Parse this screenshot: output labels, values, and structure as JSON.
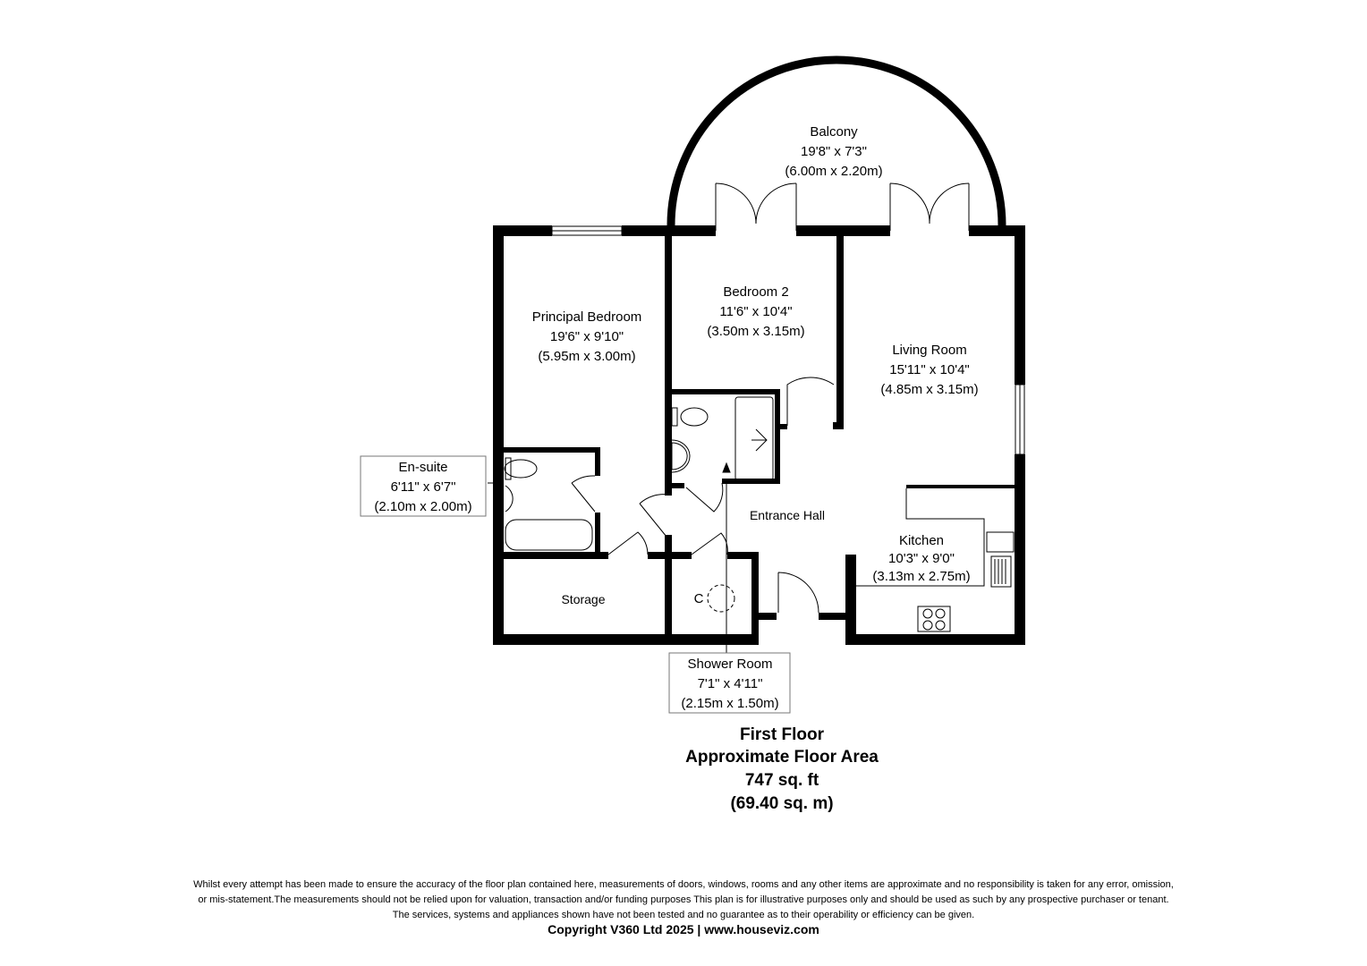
{
  "rooms": {
    "balcony": {
      "name": "Balcony",
      "imperial": "19'8\" x 7'3\"",
      "metric": "(6.00m x 2.20m)"
    },
    "principal_bedroom": {
      "name": "Principal Bedroom",
      "imperial": "19'6\" x 9'10\"",
      "metric": "(5.95m x 3.00m)"
    },
    "bedroom_2": {
      "name": "Bedroom 2",
      "imperial": "11'6\" x 10'4\"",
      "metric": "(3.50m x 3.15m)"
    },
    "living_room": {
      "name": "Living Room",
      "imperial": "15'11\" x 10'4\"",
      "metric": "(4.85m x 3.15m)"
    },
    "en_suite": {
      "name": "En-suite",
      "imperial": "6'11\" x 6'7\"",
      "metric": "(2.10m x 2.00m)"
    },
    "entrance_hall": {
      "name": "Entrance Hall"
    },
    "kitchen": {
      "name": "Kitchen",
      "imperial": "10'3\" x 9'0\"",
      "metric": "(3.13m x 2.75m)"
    },
    "storage": {
      "name": "Storage"
    },
    "cupboard": {
      "name": "C"
    },
    "shower_room": {
      "name": "Shower Room",
      "imperial": "7'1\" x 4'11\"",
      "metric": "(2.15m x 1.50m)"
    }
  },
  "summary": {
    "floor": "First Floor",
    "area_label": "Approximate Floor Area",
    "area_sqft": "747 sq. ft",
    "area_sqm": "(69.40 sq. m)"
  },
  "footer": {
    "disclaimer_1": "Whilst every attempt has been made to ensure the accuracy of the floor plan contained here, measurements of doors, windows, rooms and any other items are approximate and no responsibility is taken for any error, omission,",
    "disclaimer_2": "or mis-statement.The measurements should not be relied upon for valuation, transaction and/or funding purposes This plan is for illustrative purposes only and should be used as such by any prospective purchaser or tenant.",
    "disclaimer_3": "The services, systems and appliances shown have not been tested and no guarantee as to their operability or efficiency can be given.",
    "copyright": "Copyright V360 Ltd 2025 | www.houseviz.com"
  }
}
